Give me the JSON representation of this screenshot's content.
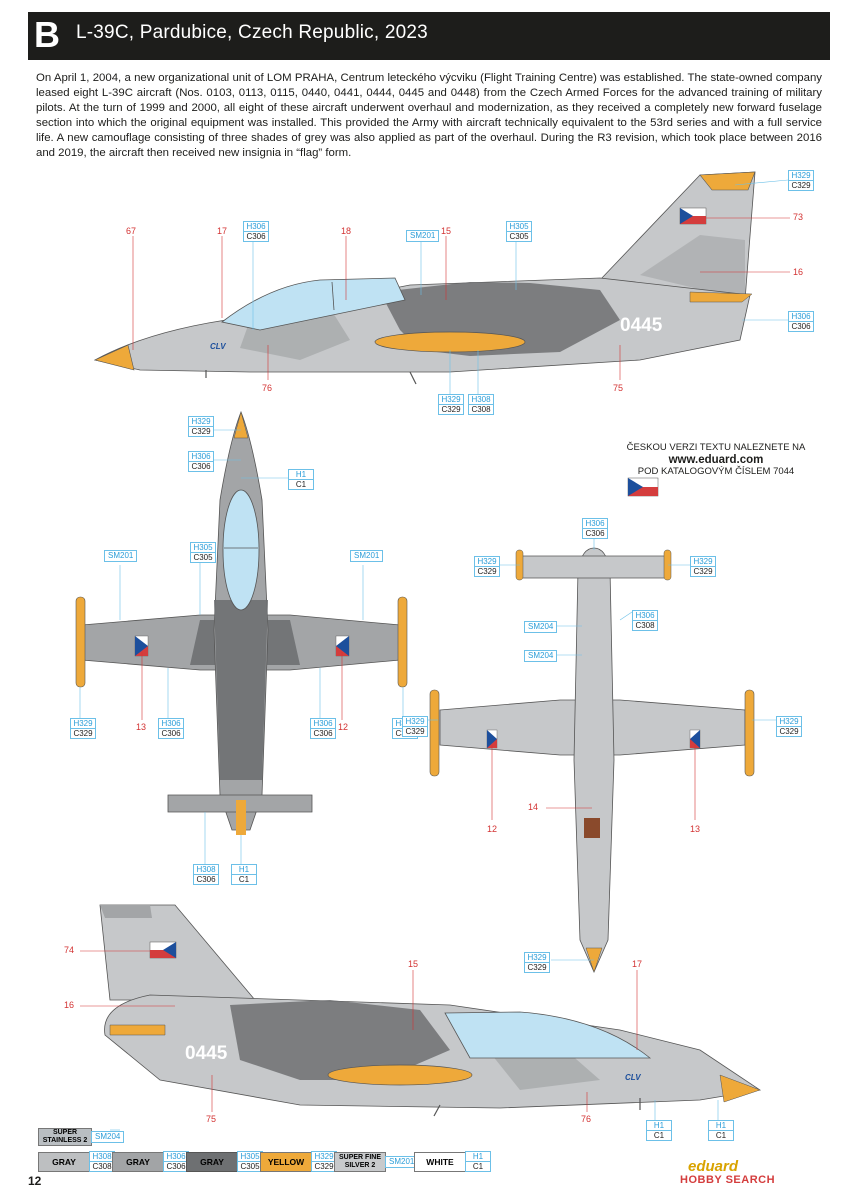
{
  "header": {
    "letter": "B",
    "title": "L-39C, Pardubice, Czech Republic, 2023"
  },
  "description": "On April 1, 2004, a new organizational unit of LOM PRAHA, Centrum leteckého výcviku (Flight Training Centre) was established. The state-owned company leased eight L-39C aircraft (Nos. 0103, 0113, 0115, 0440, 0441, 0444, 0445 and 0448) from the Czech Armed Forces for the advanced training of military pilots. At the turn of 1999 and 2000, all eight of these aircraft underwent overhaul and modernization, as they received a completely new forward fuselage section into which the original equipment was installed. This provided the Army with aircraft technically equivalent to the 53rd series and with a full service life. A new camouflage consisting of three shades of grey was also applied as part of the overhaul. During the R3 revision, which took place between 2016 and 2019, the aircraft then received new insignia in “flag” form.",
  "aircraft": {
    "serial": "0445",
    "fin_text": "CLV"
  },
  "czech_note": {
    "line1": "ČESKOU VERZI TEXTU NALEZNETE NA",
    "url": "www.eduard.com",
    "line2": "POD KATALOGOVÝM ČÍSLEM 7044"
  },
  "callouts": {
    "left_profile": [
      "67",
      "17",
      "18",
      "15",
      "73",
      "16",
      "76",
      "75"
    ],
    "top_view": [
      "13",
      "12"
    ],
    "bottom_view": [
      "14",
      "12",
      "13"
    ],
    "right_profile": [
      "74",
      "16",
      "15",
      "17",
      "75",
      "76"
    ]
  },
  "codes": {
    "h329_c329": {
      "top": "H329",
      "bottom": "C329"
    },
    "h306_c306": {
      "top": "H306",
      "bottom": "C306"
    },
    "h305_c305": {
      "top": "H305",
      "bottom": "C305"
    },
    "h308_c308": {
      "top": "H308",
      "bottom": "C308"
    },
    "h306_c308": {
      "top": "H306",
      "bottom": "C308"
    },
    "h1_c1": {
      "top": "H1",
      "bottom": "C1"
    },
    "sm201": "SM201",
    "sm204": "SM204"
  },
  "legend": [
    {
      "label": "SUPER STAINLESS 2",
      "code": "SM204",
      "color": "#b9bec2",
      "text": "#1d1d1b"
    },
    {
      "label": "GRAY",
      "top": "H308",
      "bottom": "C308",
      "color": "#bdbfc1",
      "text": "#1d1d1b"
    },
    {
      "label": "GRAY",
      "top": "H306",
      "bottom": "C306",
      "color": "#a2a4a6",
      "text": "#1d1d1b"
    },
    {
      "label": "GRAY",
      "top": "H305",
      "bottom": "C305",
      "color": "#6e7072",
      "text": "#1d1d1b"
    },
    {
      "label": "YELLOW",
      "top": "H329",
      "bottom": "C329",
      "color": "#eea93a",
      "text": "#1d1d1b"
    },
    {
      "label": "SUPER FINE SILVER 2",
      "code": "SM201",
      "color": "#c8cacc",
      "text": "#1d1d1b"
    },
    {
      "label": "WHITE",
      "top": "H1",
      "bottom": "C1",
      "color": "#ffffff",
      "text": "#1d1d1b"
    }
  ],
  "page_number": "12",
  "brand": "eduard",
  "watermark": "HOBBY SEARCH",
  "colors": {
    "light_gray": "#c6c8ca",
    "medium_gray": "#a3a5a7",
    "dark_gray": "#6e7072",
    "yellow": "#eea93a",
    "canopy": "#bfe2f3",
    "callout_red": "#d33333",
    "code_blue": "#2a9dd8"
  }
}
